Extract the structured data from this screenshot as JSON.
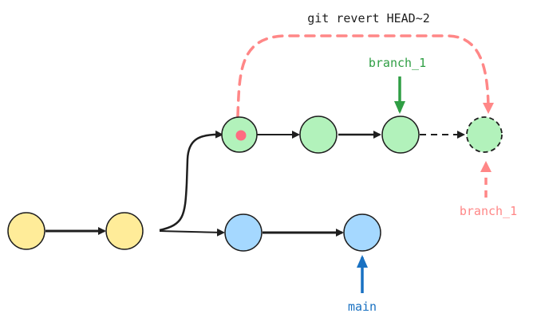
{
  "command": {
    "text": "git revert HEAD~2",
    "color": "#1e1e1e"
  },
  "labels": {
    "branch_old": {
      "text": "branch_1",
      "color": "#2f9e44"
    },
    "branch_new": {
      "text": "branch_1",
      "color": "#ff8787"
    },
    "main": {
      "text": "main",
      "color": "#1971c2"
    }
  },
  "colors": {
    "stroke": "#1e1e1e",
    "yellow_fill": "#ffec99",
    "green_fill": "#b2f2bb",
    "blue_fill": "#a5d8ff",
    "highlight": "#ff8787",
    "ink_green": "#2f9e44",
    "ink_blue": "#1971c2"
  },
  "commits": [
    {
      "id": "y1",
      "lane": "shared",
      "fill": "yellow"
    },
    {
      "id": "y2",
      "lane": "shared",
      "fill": "yellow"
    },
    {
      "id": "g1",
      "lane": "branch",
      "fill": "green",
      "marked": true
    },
    {
      "id": "g2",
      "lane": "branch",
      "fill": "green"
    },
    {
      "id": "g3",
      "lane": "branch",
      "fill": "green"
    },
    {
      "id": "g4",
      "lane": "branch",
      "fill": "green",
      "dashed": true
    },
    {
      "id": "b1",
      "lane": "main",
      "fill": "blue"
    },
    {
      "id": "b2",
      "lane": "main",
      "fill": "blue"
    }
  ],
  "edges": [
    {
      "from": "y1",
      "to": "y2"
    },
    {
      "from": "y2",
      "to": "b1"
    },
    {
      "from": "b1",
      "to": "b2"
    },
    {
      "from": "y2",
      "to": "g1",
      "curved": true
    },
    {
      "from": "g1",
      "to": "g2"
    },
    {
      "from": "g2",
      "to": "g3"
    },
    {
      "from": "g3",
      "to": "g4",
      "dashed": true
    }
  ]
}
